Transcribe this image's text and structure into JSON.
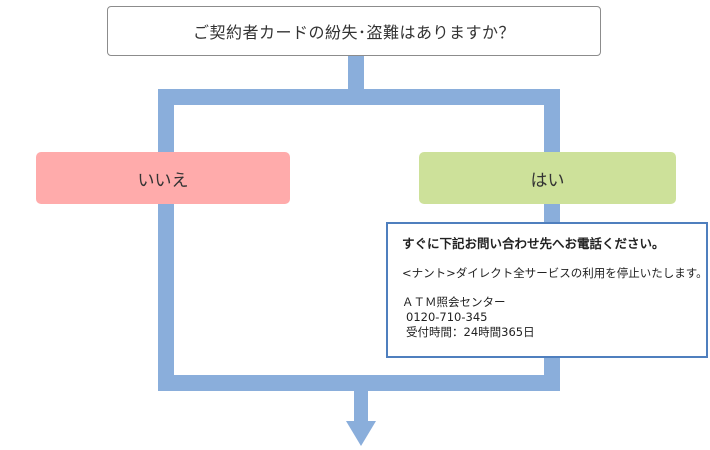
{
  "question": {
    "text": "ご契約者カードの紛失･盗難はありますか？"
  },
  "answers": {
    "no_label": "いいえ",
    "yes_label": "はい"
  },
  "instructions": {
    "heading": "すぐに下記お問い合わせ先へお電話ください。",
    "service_note": "<ナント>ダイレクト全サービスの利用を停止いたします。",
    "center_name": "ＡＴＭ照会センター",
    "phone": "0120-710-345",
    "hours": "受付時間：24時間365日"
  },
  "colors": {
    "connector": "#8aaedb",
    "no_box": "#ffabab",
    "yes_box": "#cde19a",
    "info_border": "#4f7fbe",
    "question_border": "#8c8c8c"
  }
}
